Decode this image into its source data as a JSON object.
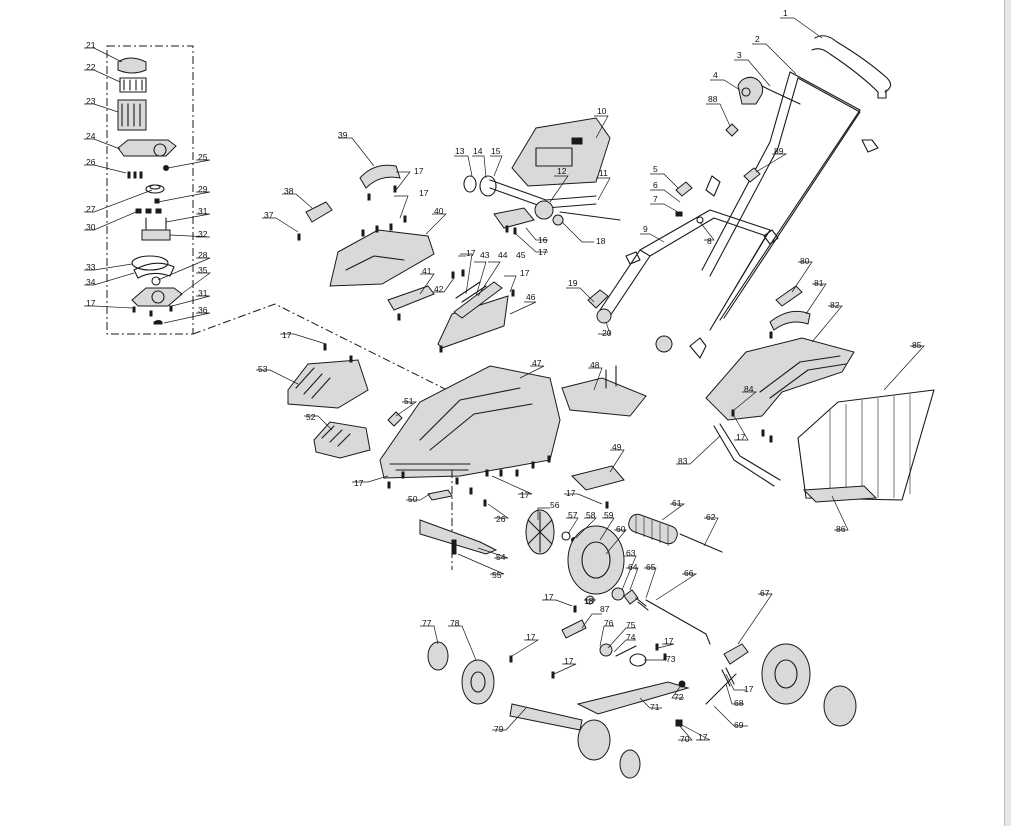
{
  "diagram": {
    "callouts": [
      {
        "id": "c1",
        "text": "1"
      },
      {
        "id": "c2",
        "text": "2"
      },
      {
        "id": "c3",
        "text": "3"
      },
      {
        "id": "c4",
        "text": "4"
      },
      {
        "id": "c5",
        "text": "5"
      },
      {
        "id": "c6",
        "text": "6"
      },
      {
        "id": "c7",
        "text": "7"
      },
      {
        "id": "c8",
        "text": "8"
      },
      {
        "id": "c9",
        "text": "9"
      },
      {
        "id": "c10",
        "text": "10"
      },
      {
        "id": "c11",
        "text": "11"
      },
      {
        "id": "c12",
        "text": "12"
      },
      {
        "id": "c13",
        "text": "13"
      },
      {
        "id": "c14",
        "text": "14"
      },
      {
        "id": "c15",
        "text": "15"
      },
      {
        "id": "c16",
        "text": "16"
      },
      {
        "id": "c17a",
        "text": "17"
      },
      {
        "id": "c17b",
        "text": "17"
      },
      {
        "id": "c17c",
        "text": "17"
      },
      {
        "id": "c17d",
        "text": "17"
      },
      {
        "id": "c17e",
        "text": "17"
      },
      {
        "id": "c17f",
        "text": "17"
      },
      {
        "id": "c17g",
        "text": "17"
      },
      {
        "id": "c17h",
        "text": "17"
      },
      {
        "id": "c17i",
        "text": "17"
      },
      {
        "id": "c17j",
        "text": "17"
      },
      {
        "id": "c17k",
        "text": "17"
      },
      {
        "id": "c17l",
        "text": "17"
      },
      {
        "id": "c17m",
        "text": "17"
      },
      {
        "id": "c17n",
        "text": "17"
      },
      {
        "id": "c17o",
        "text": "17"
      },
      {
        "id": "c17p",
        "text": "17"
      },
      {
        "id": "c17q",
        "text": "17"
      },
      {
        "id": "c18a",
        "text": "18"
      },
      {
        "id": "c18b",
        "text": "18"
      },
      {
        "id": "c19",
        "text": "19"
      },
      {
        "id": "c20",
        "text": "20"
      },
      {
        "id": "c21",
        "text": "21"
      },
      {
        "id": "c22",
        "text": "22"
      },
      {
        "id": "c23",
        "text": "23"
      },
      {
        "id": "c24",
        "text": "24"
      },
      {
        "id": "c25",
        "text": "25"
      },
      {
        "id": "c26a",
        "text": "26"
      },
      {
        "id": "c26b",
        "text": "26"
      },
      {
        "id": "c27",
        "text": "27"
      },
      {
        "id": "c28",
        "text": "28"
      },
      {
        "id": "c29",
        "text": "29"
      },
      {
        "id": "c30",
        "text": "30"
      },
      {
        "id": "c31a",
        "text": "31"
      },
      {
        "id": "c31b",
        "text": "31"
      },
      {
        "id": "c32",
        "text": "32"
      },
      {
        "id": "c33",
        "text": "33"
      },
      {
        "id": "c34",
        "text": "34"
      },
      {
        "id": "c35",
        "text": "35"
      },
      {
        "id": "c36",
        "text": "36"
      },
      {
        "id": "c37",
        "text": "37"
      },
      {
        "id": "c38",
        "text": "38"
      },
      {
        "id": "c39",
        "text": "39"
      },
      {
        "id": "c40",
        "text": "40"
      },
      {
        "id": "c41",
        "text": "41"
      },
      {
        "id": "c42",
        "text": "42"
      },
      {
        "id": "c43",
        "text": "43"
      },
      {
        "id": "c44",
        "text": "44"
      },
      {
        "id": "c45",
        "text": "45"
      },
      {
        "id": "c46",
        "text": "46"
      },
      {
        "id": "c47",
        "text": "47"
      },
      {
        "id": "c48",
        "text": "48"
      },
      {
        "id": "c49",
        "text": "49"
      },
      {
        "id": "c50",
        "text": "50"
      },
      {
        "id": "c51",
        "text": "51"
      },
      {
        "id": "c52",
        "text": "52"
      },
      {
        "id": "c53",
        "text": "53"
      },
      {
        "id": "c54",
        "text": "54"
      },
      {
        "id": "c55",
        "text": "55"
      },
      {
        "id": "c56",
        "text": "56"
      },
      {
        "id": "c57",
        "text": "57"
      },
      {
        "id": "c58",
        "text": "58"
      },
      {
        "id": "c59",
        "text": "59"
      },
      {
        "id": "c60",
        "text": "60"
      },
      {
        "id": "c61",
        "text": "61"
      },
      {
        "id": "c62",
        "text": "62"
      },
      {
        "id": "c63",
        "text": "63"
      },
      {
        "id": "c64",
        "text": "64"
      },
      {
        "id": "c65",
        "text": "65"
      },
      {
        "id": "c66",
        "text": "66"
      },
      {
        "id": "c67",
        "text": "67"
      },
      {
        "id": "c68",
        "text": "68"
      },
      {
        "id": "c69",
        "text": "69"
      },
      {
        "id": "c70",
        "text": "70"
      },
      {
        "id": "c71",
        "text": "71"
      },
      {
        "id": "c72",
        "text": "72"
      },
      {
        "id": "c73",
        "text": "73"
      },
      {
        "id": "c74",
        "text": "74"
      },
      {
        "id": "c75",
        "text": "75"
      },
      {
        "id": "c76",
        "text": "76"
      },
      {
        "id": "c77",
        "text": "77"
      },
      {
        "id": "c78",
        "text": "78"
      },
      {
        "id": "c79",
        "text": "79"
      },
      {
        "id": "c80",
        "text": "80"
      },
      {
        "id": "c81",
        "text": "81"
      },
      {
        "id": "c82",
        "text": "82"
      },
      {
        "id": "c83",
        "text": "83"
      },
      {
        "id": "c84",
        "text": "84"
      },
      {
        "id": "c85",
        "text": "85"
      },
      {
        "id": "c86",
        "text": "86"
      },
      {
        "id": "c87",
        "text": "87"
      },
      {
        "id": "c88",
        "text": "88"
      },
      {
        "id": "c89",
        "text": "89"
      }
    ]
  },
  "colors": {
    "line": "#1a1a1a",
    "background": "#ffffff"
  }
}
